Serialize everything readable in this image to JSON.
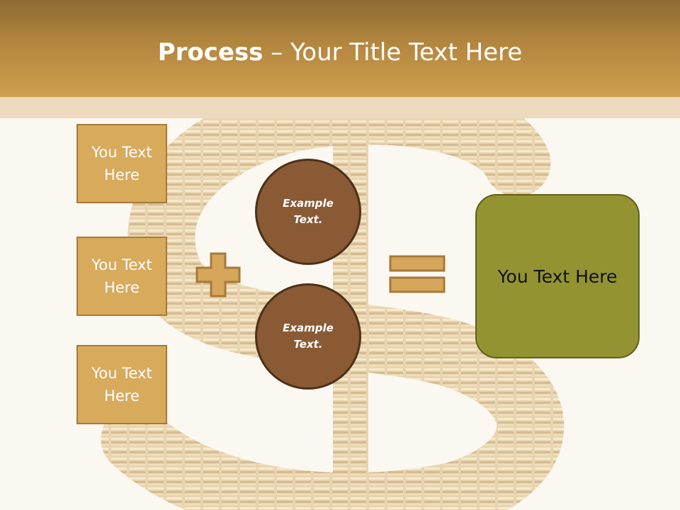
{
  "slide": {
    "title_bold": "Process",
    "title_rest": " – Your Title Text Here"
  },
  "left_boxes": [
    {
      "label": "You Text Here"
    },
    {
      "label": "You Text Here"
    },
    {
      "label": "You Text Here"
    }
  ],
  "circles": [
    {
      "label": "Example Text."
    },
    {
      "label": "Example Text."
    }
  ],
  "result": {
    "label": "You Text Here"
  },
  "colors": {
    "header": "#b3863f",
    "box_fill": "#d8aa5c",
    "circle_fill": "#8a5a34",
    "result_fill": "#939332"
  },
  "decor": {
    "background_image": "dollar-sign-of-gold-coins",
    "operator_1": "plus-icon",
    "operator_2": "equals-icon"
  }
}
